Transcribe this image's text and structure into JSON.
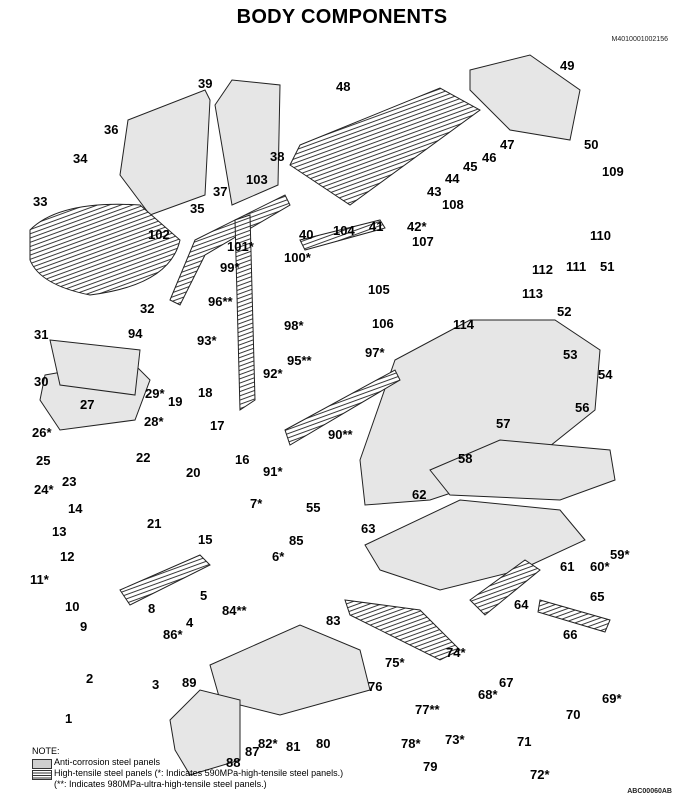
{
  "title": "BODY COMPONENTS",
  "code_top": "M4010001002156",
  "code_bottom": "ABC00060AB",
  "legend": {
    "note": "NOTE:",
    "items": [
      {
        "text": "Anti-corrosion steel panels"
      },
      {
        "text": "High-tensile steel panels (*: Indicates 590MPa-high-tensile steel panels.)"
      },
      {
        "text": "(**: Indicates 980MPa-ultra-high-tensile steel panels.)"
      }
    ]
  },
  "labels": [
    "1",
    "2",
    "3",
    "4",
    "5",
    "6*",
    "7*",
    "8",
    "9",
    "10",
    "11*",
    "12",
    "13",
    "14",
    "15",
    "16",
    "17",
    "18",
    "19",
    "20",
    "21",
    "22",
    "23",
    "24*",
    "25",
    "26*",
    "27",
    "28*",
    "29*",
    "30",
    "31",
    "32",
    "33",
    "34",
    "35",
    "36",
    "37",
    "38",
    "39",
    "40",
    "41",
    "42*",
    "43",
    "44",
    "45",
    "46",
    "47",
    "48",
    "49",
    "50",
    "51",
    "52",
    "53",
    "54",
    "55",
    "56",
    "57",
    "58",
    "59*",
    "60*",
    "61",
    "62",
    "63",
    "64",
    "65",
    "66",
    "67",
    "68*",
    "69*",
    "70",
    "71",
    "72*",
    "73*",
    "74*",
    "75*",
    "76",
    "77**",
    "78*",
    "79",
    "80",
    "81",
    "82*",
    "83",
    "84**",
    "85",
    "86*",
    "87",
    "88",
    "89",
    "90**",
    "91*",
    "92*",
    "93*",
    "94",
    "95**",
    "96**",
    "97*",
    "98*",
    "99*",
    "100*",
    "101*",
    "102",
    "103",
    "104",
    "105",
    "106",
    "107",
    "108",
    "109",
    "110",
    "111",
    "112",
    "113",
    "114"
  ]
}
